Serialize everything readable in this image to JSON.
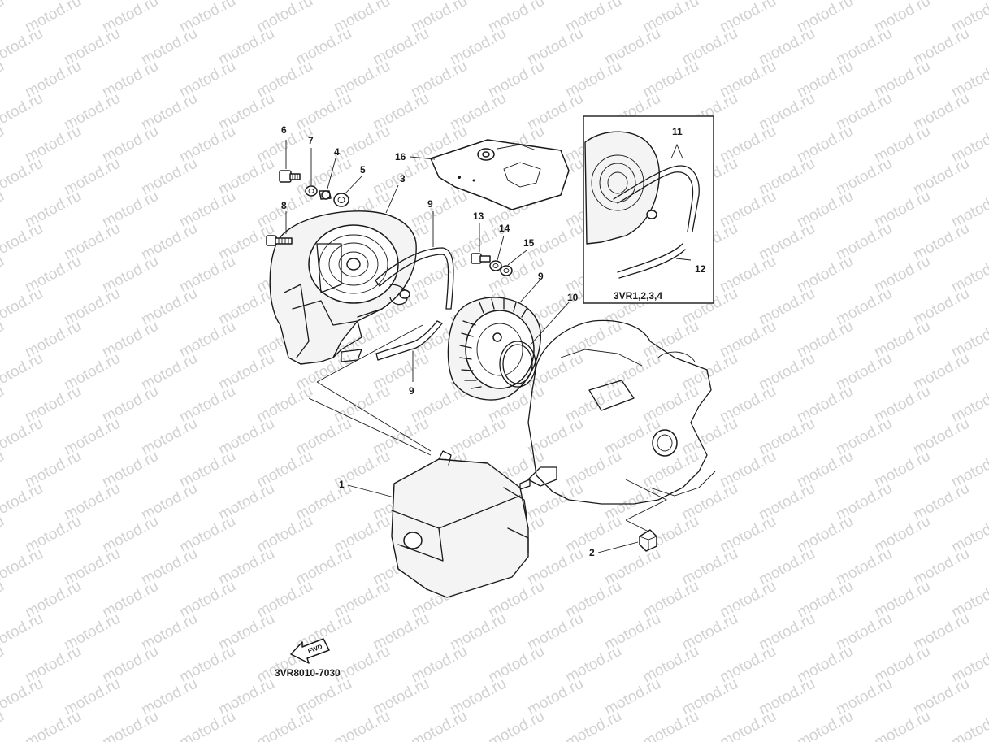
{
  "watermark": {
    "text": "motod.ru",
    "color": "#d2d2d2"
  },
  "callouts": [
    {
      "id": "c1",
      "text": "1"
    },
    {
      "id": "c2",
      "text": "2"
    },
    {
      "id": "c3",
      "text": "3"
    },
    {
      "id": "c4",
      "text": "4"
    },
    {
      "id": "c5",
      "text": "5"
    },
    {
      "id": "c6",
      "text": "6"
    },
    {
      "id": "c7",
      "text": "7"
    },
    {
      "id": "c8",
      "text": "8"
    },
    {
      "id": "c9a",
      "text": "9"
    },
    {
      "id": "c9b",
      "text": "9"
    },
    {
      "id": "c9c",
      "text": "9"
    },
    {
      "id": "c10",
      "text": "10"
    },
    {
      "id": "c11",
      "text": "11"
    },
    {
      "id": "c12",
      "text": "12"
    },
    {
      "id": "c13",
      "text": "13"
    },
    {
      "id": "c14",
      "text": "14"
    },
    {
      "id": "c15",
      "text": "15"
    },
    {
      "id": "c16",
      "text": "16"
    }
  ],
  "inset": {
    "label": "3VR1,2,3,4"
  },
  "fwd_arrow": {
    "label": "FWD"
  },
  "diagram_code": "3VR8010-7030"
}
